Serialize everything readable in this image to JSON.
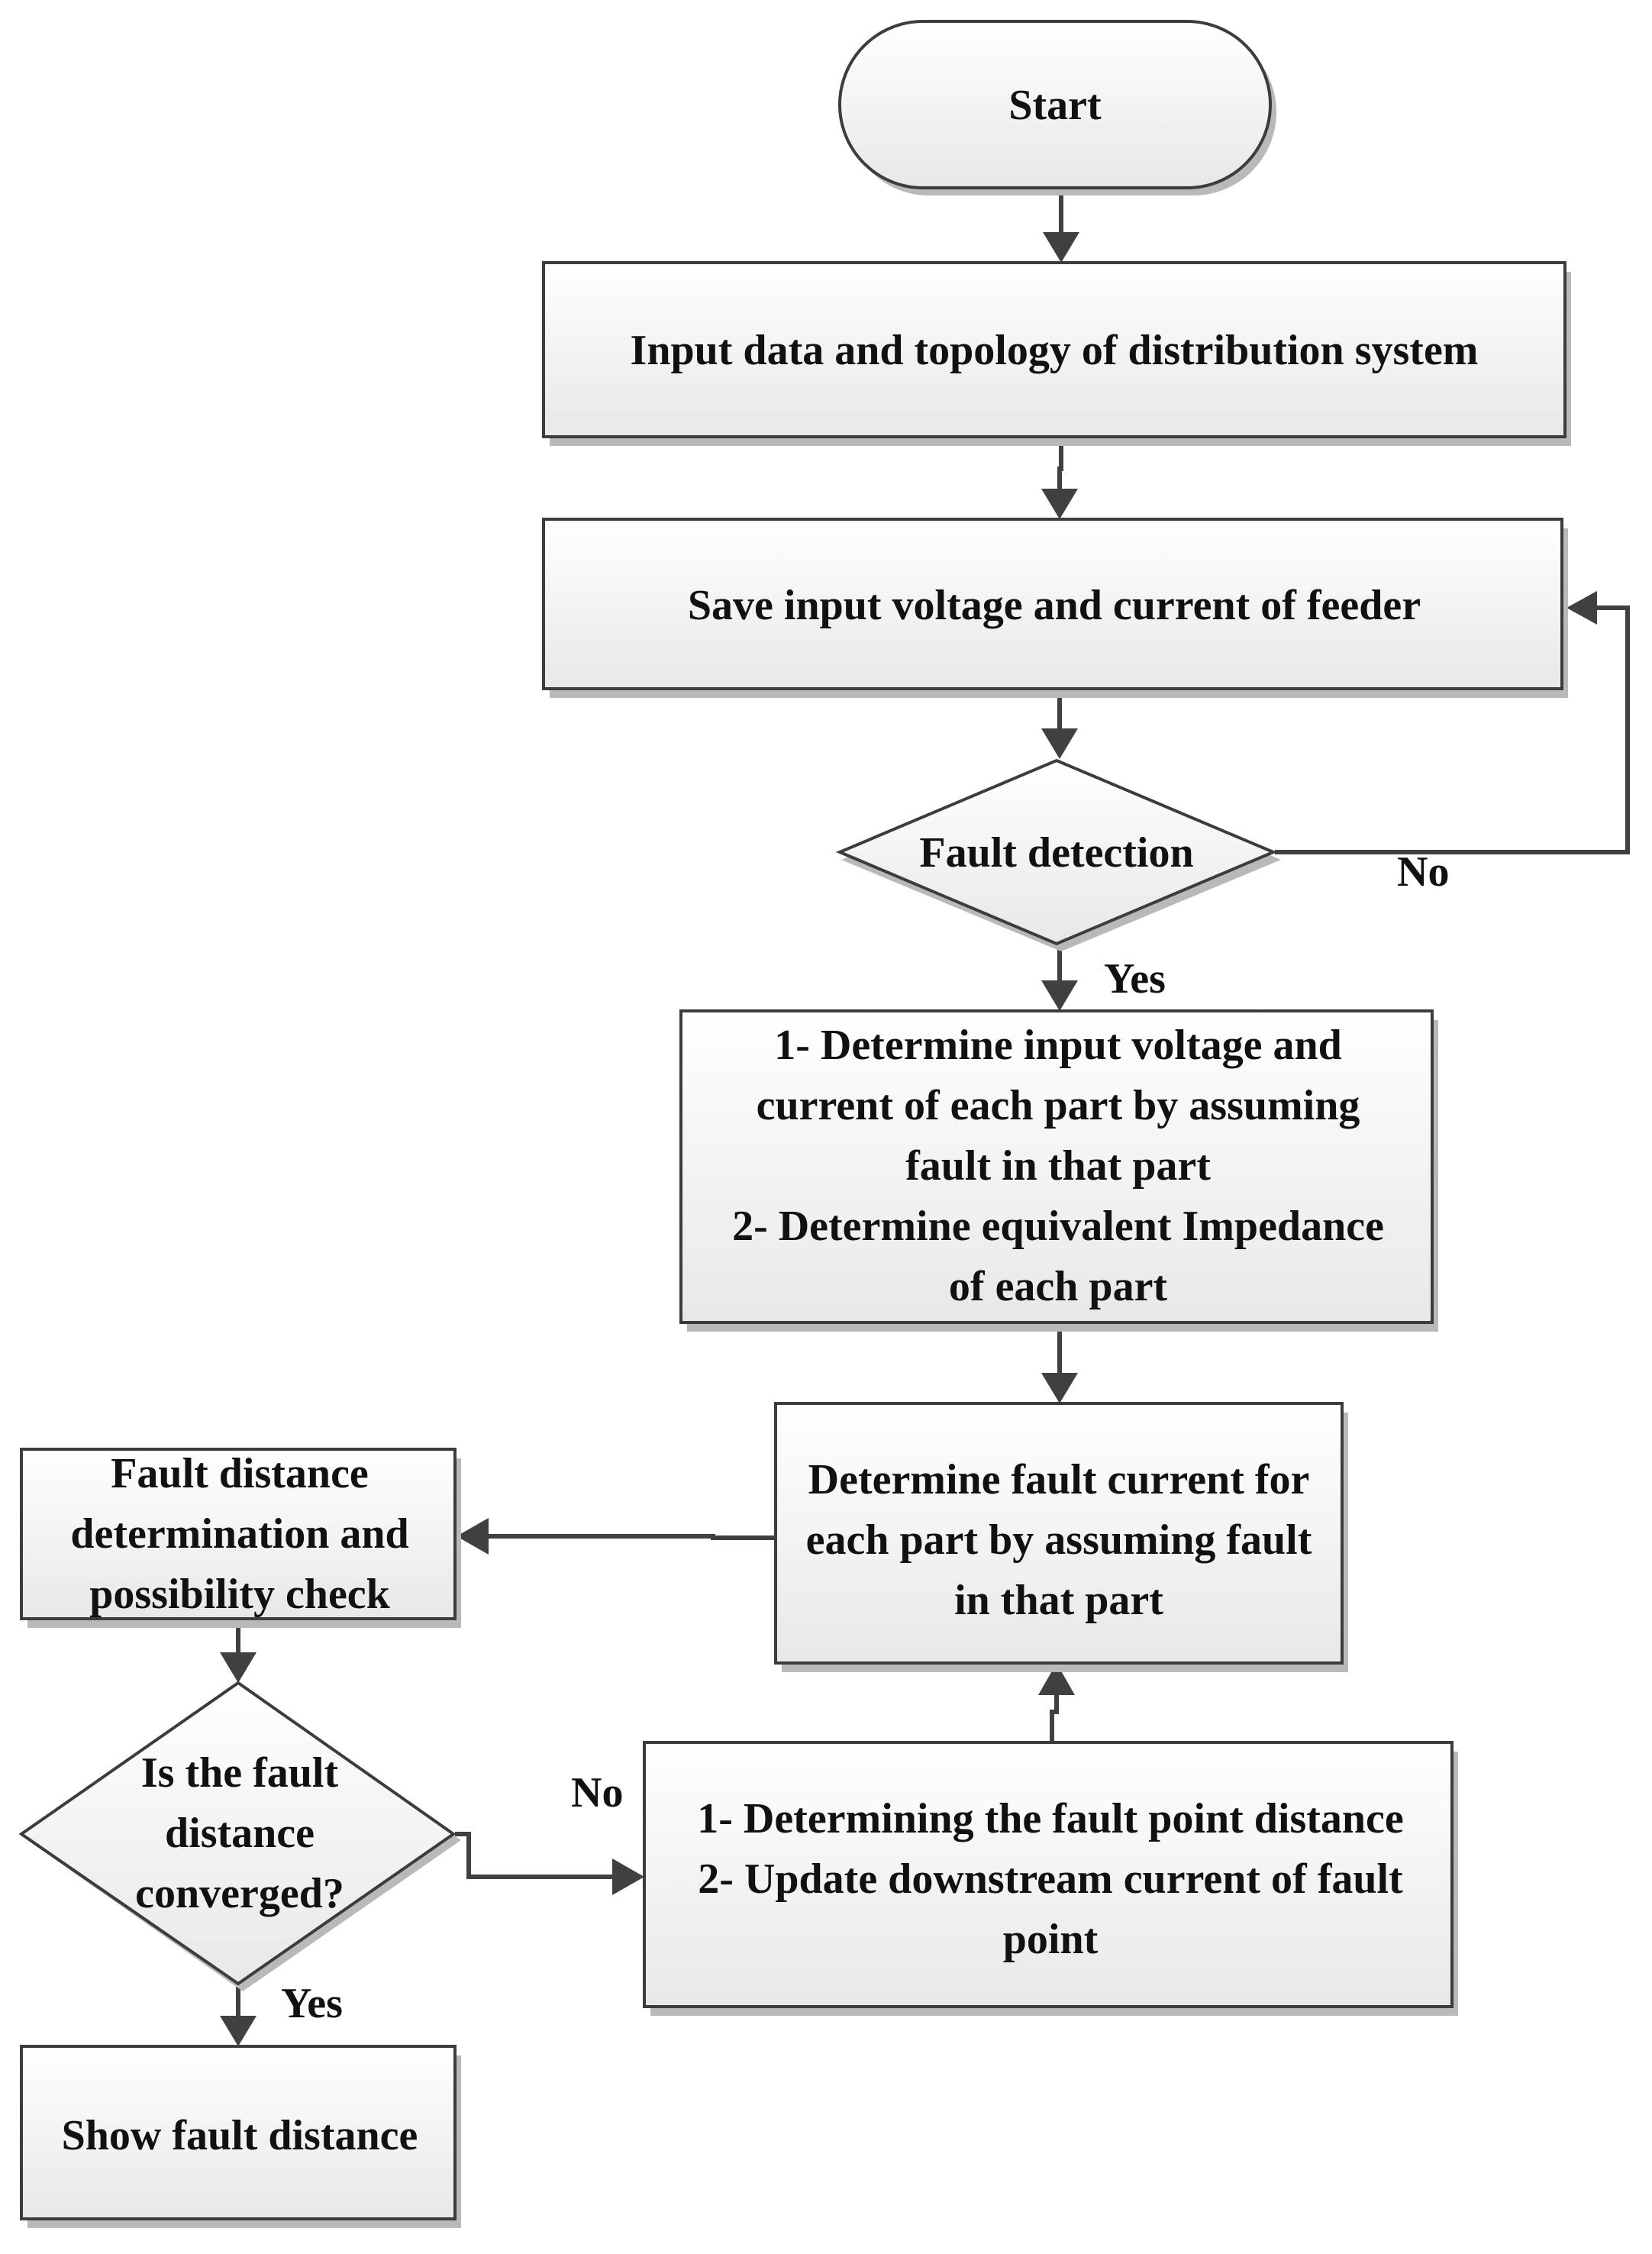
{
  "nodes": {
    "start": {
      "lines": [
        "Start"
      ]
    },
    "input_data": {
      "lines": [
        "Input data and topology of distribution system"
      ]
    },
    "save_input": {
      "lines": [
        "Save input voltage and current of feeder"
      ]
    },
    "fault_detection": {
      "lines": [
        "Fault detection"
      ]
    },
    "determine_parts": {
      "lines": [
        "1- Determine input voltage and",
        "current of each part by assuming",
        "fault in that part",
        "2- Determine equivalent Impedance",
        "of each part"
      ]
    },
    "fault_current": {
      "lines": [
        "Determine fault current for",
        "each part by assuming fault",
        "in that part"
      ]
    },
    "distance_check": {
      "lines": [
        "Fault distance",
        "determination and",
        "possibility check"
      ]
    },
    "converged": {
      "lines": [
        "Is the fault",
        "distance",
        "converged?"
      ]
    },
    "update": {
      "lines": [
        "1- Determining the fault point distance",
        "2- Update downstream current of fault",
        "point"
      ]
    },
    "show": {
      "lines": [
        "Show fault distance"
      ]
    }
  },
  "edge_labels": {
    "fault_no": "No",
    "fault_yes": "Yes",
    "converged_no": "No",
    "converged_yes": "Yes"
  },
  "colors": {
    "box_fill_top": "#ffffff",
    "box_fill_bottom": "#e8e8e8",
    "box_border": "#3c3c3c",
    "connector": "#404040",
    "text": "#111111"
  }
}
